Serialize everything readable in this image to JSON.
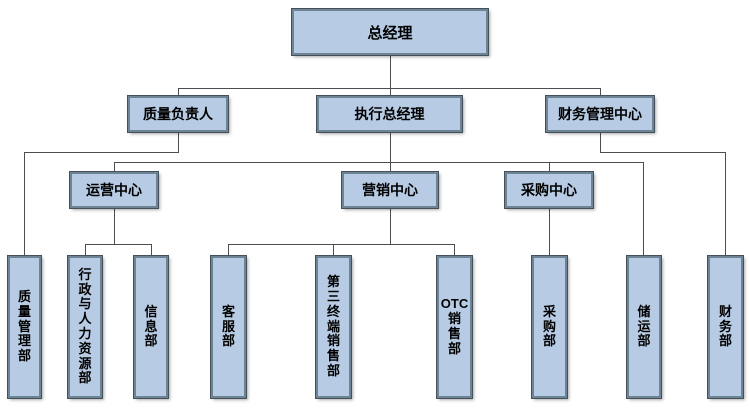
{
  "colors": {
    "background": "#ffffff",
    "box_fill": "#b7cce4",
    "box_border": "#6d8494",
    "box_border_dark": "#45505a",
    "connector": "#4d4d4d",
    "text": "#000000"
  },
  "nodes": {
    "gm": {
      "label": "总经理"
    },
    "quality_principal": {
      "label": "质量负责人"
    },
    "exec_gm": {
      "label": "执行总经理"
    },
    "finance_mgmt_center": {
      "label": "财务管理中心"
    },
    "ops_center": {
      "label": "运营中心"
    },
    "marketing_center": {
      "label": "营销中心"
    },
    "procurement_center": {
      "label": "采购中心"
    },
    "quality_mgmt_dept": {
      "label": "质量管理部"
    },
    "admin_hr_dept": {
      "label": "行政与人力资源部"
    },
    "info_dept": {
      "label": "信息部"
    },
    "customer_service_dept": {
      "label": "客服部"
    },
    "third_terminal_sales_dept": {
      "label": "第三终端销售部"
    },
    "otc_sales_dept": {
      "label": "OTC销售部"
    },
    "procurement_dept": {
      "label": "采购部"
    },
    "storage_transport_dept": {
      "label": "储运部"
    },
    "finance_dept": {
      "label": "财务部"
    }
  },
  "hierarchy": {
    "总经理": [
      "质量负责人",
      "执行总经理",
      "财务管理中心"
    ],
    "质量负责人": [
      "质量管理部"
    ],
    "执行总经理": [
      "运营中心",
      "营销中心",
      "采购中心",
      "储运部"
    ],
    "财务管理中心": [
      "财务部"
    ],
    "运营中心": [
      "行政与人力资源部",
      "信息部"
    ],
    "营销中心": [
      "客服部",
      "第三终端销售部",
      "OTC销售部"
    ],
    "采购中心": [
      "采购部"
    ]
  }
}
